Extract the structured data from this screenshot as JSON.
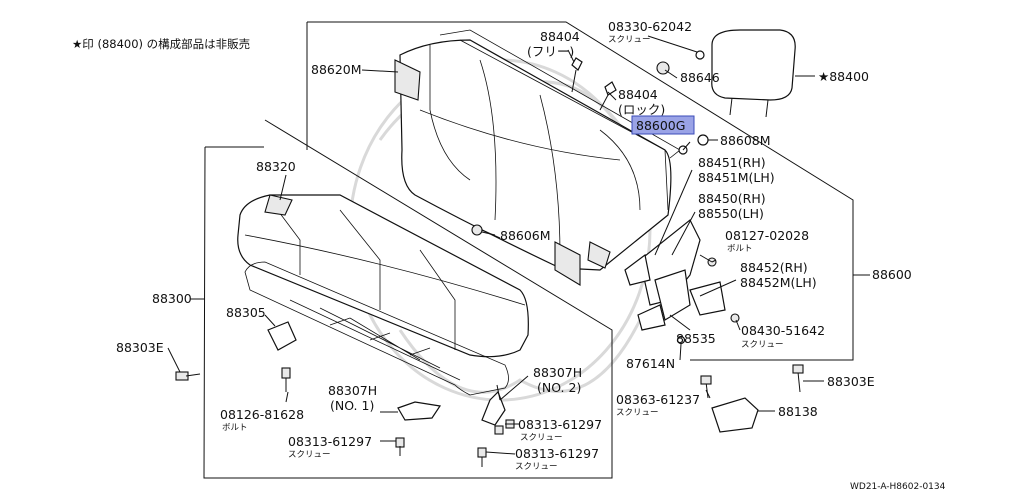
{
  "note": "★印 (88400) の構成部品は非販売",
  "reference": "WD21-A-H8602-0134",
  "parts": {
    "p88620M": {
      "num": "88620M"
    },
    "p88404_free": {
      "num": "88404",
      "sub": "(フリー)"
    },
    "p88404_lock": {
      "num": "88404",
      "sub": "(ロック)"
    },
    "p88600G": {
      "num": "88600G"
    },
    "p08330_62042": {
      "num": "08330-62042",
      "sub": "スクリュー"
    },
    "p88646": {
      "num": "88646"
    },
    "p88400": {
      "num": "★88400"
    },
    "p88608M": {
      "num": "88608M"
    },
    "p88451": {
      "num": "88451(RH)",
      "num2": "88451M(LH)"
    },
    "p88450": {
      "num": "88450(RH)",
      "num2": "88550(LH)"
    },
    "p08127_02028": {
      "num": "08127-02028",
      "sub": "ボルト"
    },
    "p88600": {
      "num": "88600"
    },
    "p88452": {
      "num": "88452(RH)",
      "num2": "88452M(LH)"
    },
    "p08430_51642": {
      "num": "08430-51642",
      "sub": "スクリュー"
    },
    "p88535": {
      "num": "88535"
    },
    "p87614N": {
      "num": "87614N"
    },
    "p88303E_right": {
      "num": "88303E"
    },
    "p08363_61237": {
      "num": "08363-61237",
      "sub": "スクリュー"
    },
    "p88138": {
      "num": "88138"
    },
    "p88320": {
      "num": "88320"
    },
    "p88606M": {
      "num": "88606M"
    },
    "p88300": {
      "num": "88300"
    },
    "p88305": {
      "num": "88305"
    },
    "p88303E_left": {
      "num": "88303E"
    },
    "p08126_81628": {
      "num": "08126-81628",
      "sub": "ボルト"
    },
    "p88307H_1": {
      "num": "88307H",
      "sub": "(NO. 1)"
    },
    "p88307H_2": {
      "num": "88307H",
      "sub": "(NO. 2)"
    },
    "p08313_61297_a": {
      "num": "08313-61297",
      "sub": "スクリュー"
    },
    "p08313_61297_b": {
      "num": "08313-61297",
      "sub": "スクリュー"
    },
    "p08313_61297_c": {
      "num": "08313-61297",
      "sub": "スクリュー"
    }
  }
}
